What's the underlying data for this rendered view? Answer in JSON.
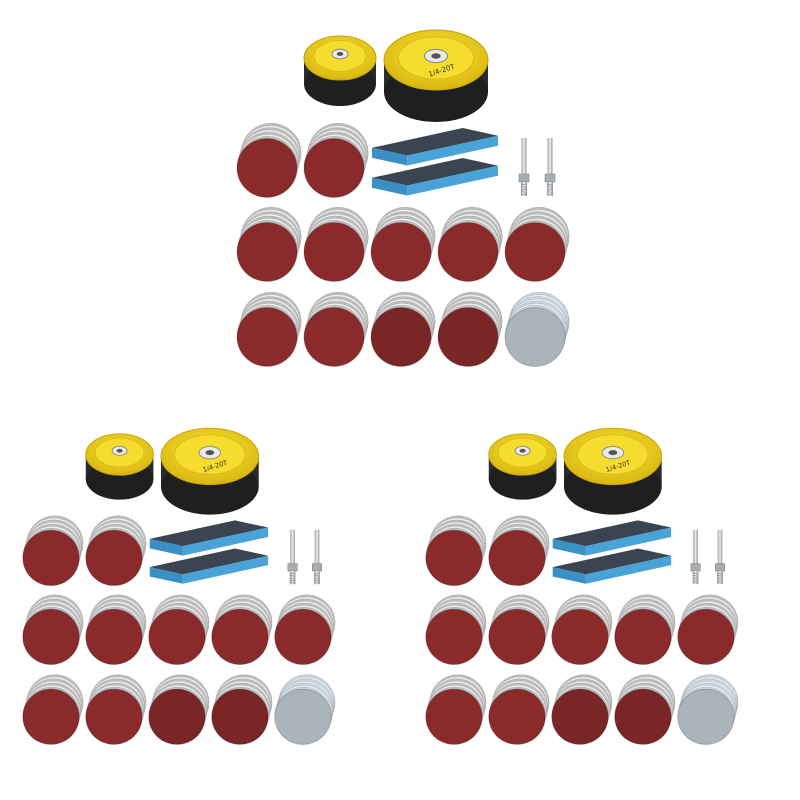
{
  "image": {
    "subject": "sanding-disc-kit",
    "background_color": "#ffffff",
    "kit_copies": 3
  },
  "kit": {
    "pads": [
      {
        "name": "small-backing-pad",
        "label_text": ""
      },
      {
        "name": "large-backing-pad",
        "label_text": "1/4-20T"
      }
    ],
    "disc_rows": [
      {
        "name": "disc-row-1",
        "stacks": [
          "red",
          "red"
        ]
      },
      {
        "name": "disc-row-2",
        "stacks": [
          "red",
          "red",
          "red",
          "red",
          "red"
        ]
      },
      {
        "name": "disc-row-3",
        "stacks": [
          "red",
          "red",
          "red-dark",
          "red-dark",
          "gray-blue"
        ]
      }
    ],
    "sponge_blocks": 2,
    "drill_shanks": 2
  },
  "colors": {
    "disc_red": "#8b2a2a",
    "disc_red_dark": "#7a2626",
    "disc_edge": "#d8d8d8",
    "disc_gray_blue": "#a9b5bb",
    "pad_yellow": "#f2d21c",
    "pad_foam": "#2b2b2b",
    "sponge_top": "#3b4552",
    "sponge_side": "#4aa3d8",
    "steel": "#c8ccd0"
  }
}
